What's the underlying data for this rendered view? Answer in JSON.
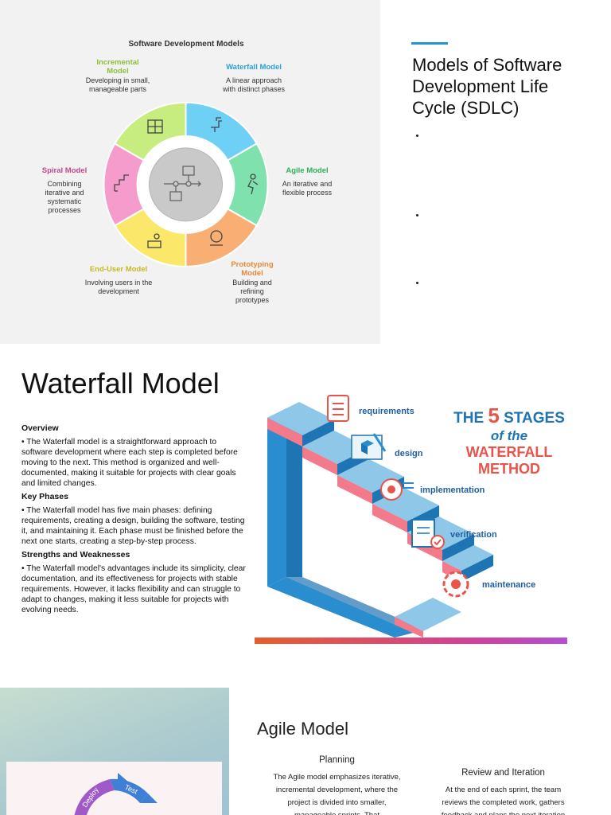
{
  "slide1": {
    "diagram_title": "Software Development Models",
    "models": [
      {
        "name": "Incremental Model",
        "desc": "Developing in small, manageable parts",
        "color": "#8bbf3a"
      },
      {
        "name": "Waterfall Model",
        "desc": "A linear approach with distinct phases",
        "color": "#2c9fd8"
      },
      {
        "name": "Agile Model",
        "desc": "An iterative and flexible process",
        "color": "#2fae5c"
      },
      {
        "name": "Prototyping Model",
        "desc": "Building and refining prototypes",
        "color": "#e8893a"
      },
      {
        "name": "End-User Model",
        "desc": "Involving users in the development",
        "color": "#c9b820"
      },
      {
        "name": "Spiral Model",
        "desc": "Combining iterative and systematic processes",
        "color": "#c8458f"
      }
    ],
    "title": "Models of Software Development Life Cycle (SDLC)"
  },
  "slide2": {
    "title": "Waterfall Model",
    "sections": [
      {
        "heading": "Overview",
        "text": "•  The Waterfall model is a straightforward approach to software development where each step is completed before moving to the next. This method is organized and well-documented, making it suitable for projects with clear goals and limited changes."
      },
      {
        "heading": "Key Phases",
        "text": "•  The Waterfall model has five main phases: defining requirements, creating a design, building the software, testing it, and maintaining it. Each phase must be finished before the next one starts, creating a step-by-step process."
      },
      {
        "heading": "Strengths and Weaknesses",
        "text": "•  The Waterfall model's advantages include its simplicity, clear documentation, and its effectiveness for projects with stable requirements. However, it lacks flexibility and can struggle to adapt to changes, making it less suitable for projects with evolving needs."
      }
    ],
    "image": {
      "headline": {
        "line1_pre": "THE ",
        "line1_num": "5",
        "line1_post": " STAGES",
        "line2": "of the",
        "line3": "WATERFALL",
        "line4": "METHOD"
      },
      "stages": [
        "requirements",
        "design",
        "implementation",
        "verification",
        "maintenance"
      ]
    }
  },
  "slide3": {
    "title": "Agile Model",
    "cycle_labels": [
      "Deploy",
      "Test"
    ],
    "columns": [
      {
        "heading": "Planning",
        "text": "The Agile model emphasizes iterative, incremental development, where the project is divided into smaller, manageable sprints. That"
      },
      {
        "heading": "Review and Iteration",
        "text": "At the end of each sprint, the team reviews the completed work, gathers feedback and plans the next iteration"
      }
    ]
  }
}
